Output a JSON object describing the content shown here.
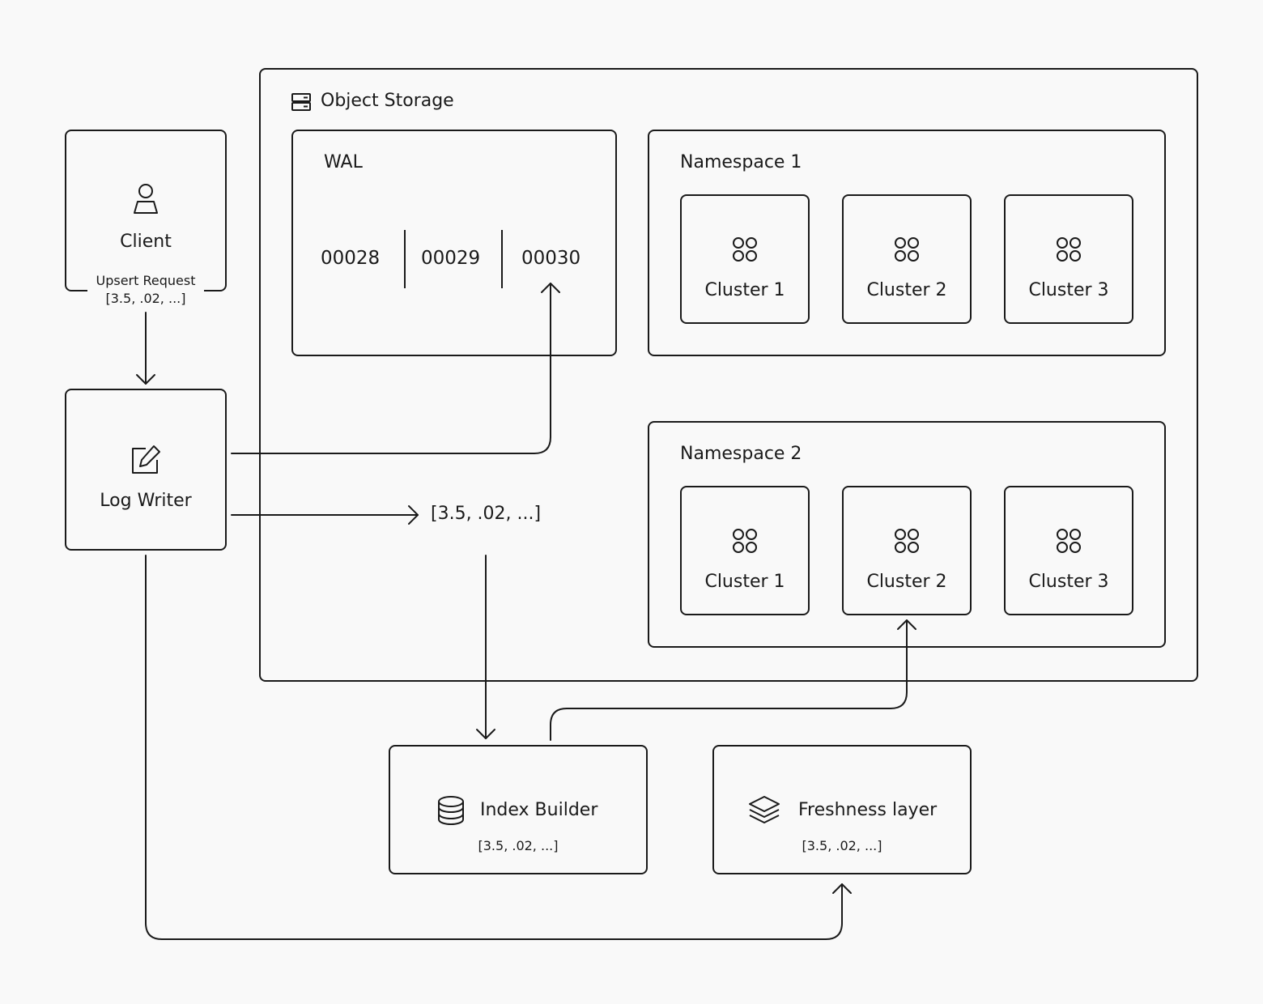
{
  "client": {
    "title": "Client",
    "request_label": "Upsert Request",
    "request_vector": "[3.5, .02, ...]"
  },
  "log_writer": {
    "title": "Log Writer"
  },
  "vector_in_flight": "[3.5, .02, ...]",
  "object_storage": {
    "title": "Object Storage",
    "wal": {
      "title": "WAL",
      "segments": [
        "00028",
        "00029",
        "00030"
      ]
    },
    "namespaces": [
      {
        "title": "Namespace 1",
        "clusters": [
          "Cluster 1",
          "Cluster 2",
          "Cluster 3"
        ]
      },
      {
        "title": "Namespace 2",
        "clusters": [
          "Cluster 1",
          "Cluster 2",
          "Cluster 3"
        ]
      }
    ]
  },
  "index_builder": {
    "title": "Index Builder",
    "vector": "[3.5, .02, ...]"
  },
  "freshness_layer": {
    "title": "Freshness layer",
    "vector": "[3.5, .02, ...]"
  },
  "icons": {
    "client": "user-icon",
    "log_writer": "edit-icon",
    "object_storage": "server-icon",
    "cluster": "cluster-dots-icon",
    "index_builder": "database-icon",
    "freshness_layer": "layers-icon"
  }
}
